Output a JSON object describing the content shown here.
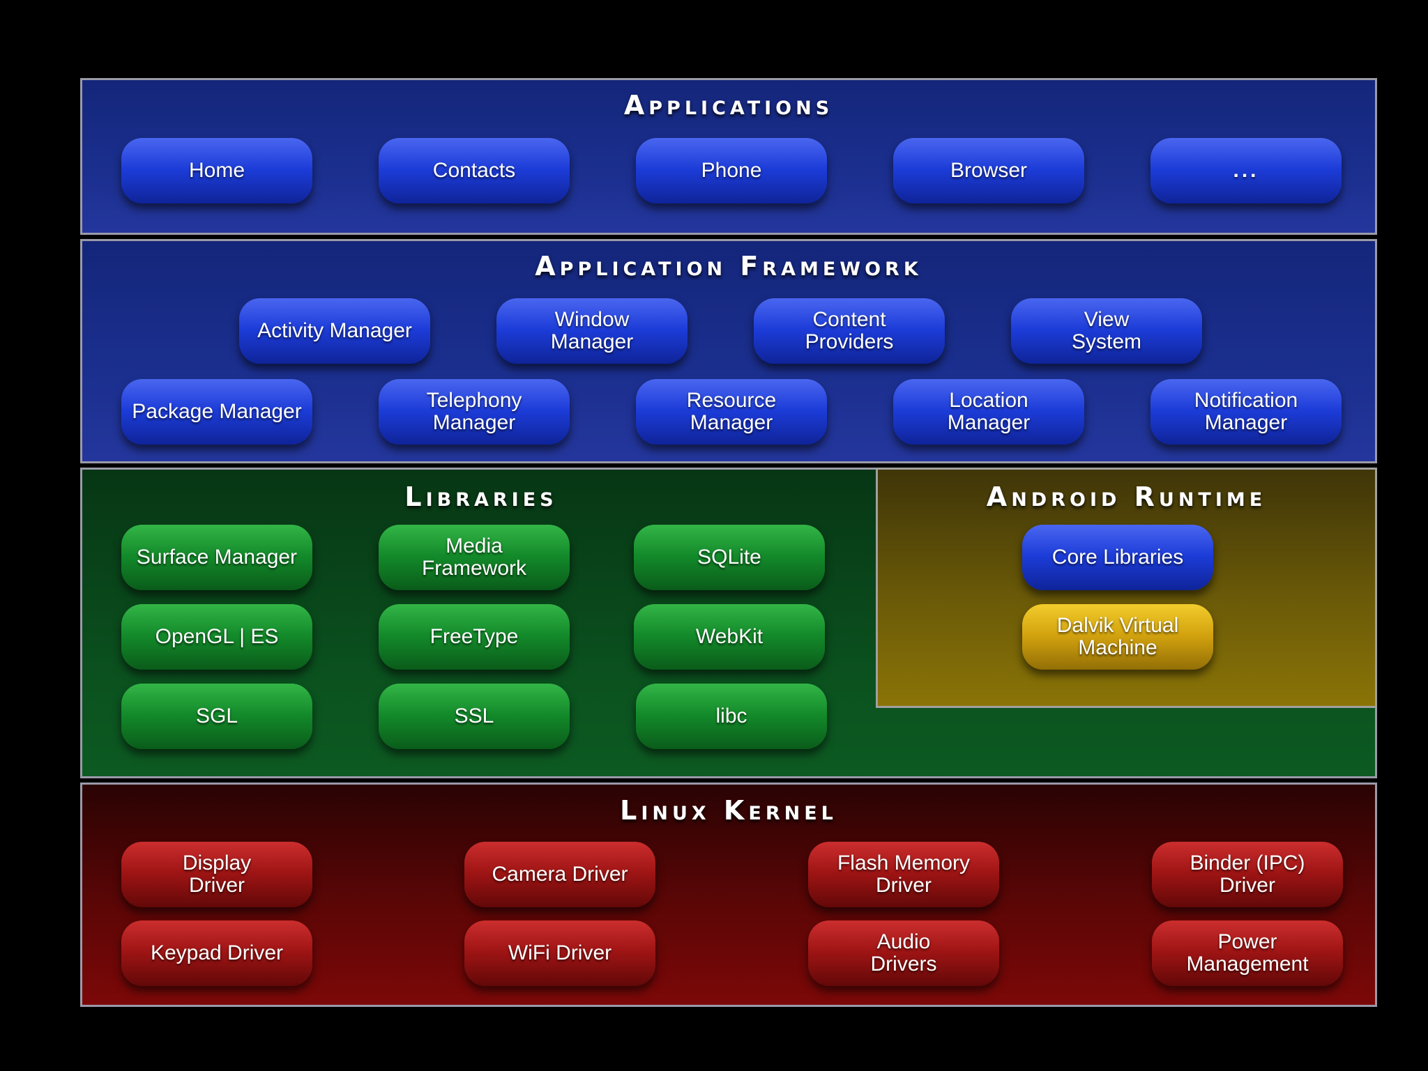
{
  "applications": {
    "title": "Applications",
    "items": [
      "Home",
      "Contacts",
      "Phone",
      "Browser",
      "..."
    ]
  },
  "framework": {
    "title": "Application Framework",
    "items": [
      "Activity Manager",
      "Window\nManager",
      "Content\nProviders",
      "View\nSystem",
      "Package Manager",
      "Telephony\nManager",
      "Resource\nManager",
      "Location\nManager",
      "Notification\nManager"
    ]
  },
  "libraries": {
    "title": "Libraries",
    "items": [
      "Surface Manager",
      "Media\nFramework",
      "SQLite",
      "OpenGL | ES",
      "FreeType",
      "WebKit",
      "SGL",
      "SSL",
      "libc"
    ]
  },
  "runtime": {
    "title": "Android Runtime",
    "items": [
      "Core Libraries",
      "Dalvik Virtual\nMachine"
    ]
  },
  "kernel": {
    "title": "Linux Kernel",
    "items": [
      "Display\nDriver",
      "Camera Driver",
      "Flash Memory\nDriver",
      "Binder (IPC)\nDriver",
      "Keypad Driver",
      "WiFi Driver",
      "Audio\nDrivers",
      "Power\nManagement"
    ]
  },
  "colors": {
    "blue_layer": "#1b2f8f",
    "green_layer": "#0b521f",
    "yellow_layer": "#6b5a08",
    "red_layer": "#5c0606"
  }
}
